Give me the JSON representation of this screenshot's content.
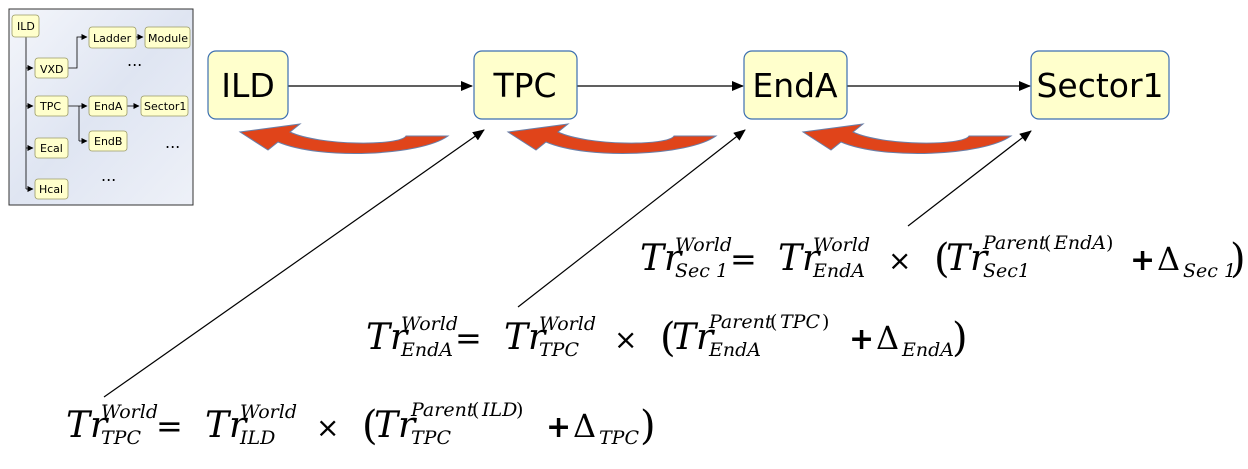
{
  "tree": {
    "root": "ILD",
    "vxd": "VXD",
    "tpc": "TPC",
    "ecal": "Ecal",
    "hcal": "Hcal",
    "ladder": "Ladder",
    "module": "Module",
    "enda": "EndA",
    "endb": "EndB",
    "sector1": "Sector1",
    "dots": "..."
  },
  "chain": [
    {
      "label": "ILD"
    },
    {
      "label": "TPC"
    },
    {
      "label": "EndA"
    },
    {
      "label": "Sector1"
    }
  ],
  "equations": [
    {
      "lhs_base": "Tr",
      "lhs_sup": "World",
      "lhs_sub": "Sec 1",
      "equals": "=",
      "r1_base": "Tr",
      "r1_sup": "World",
      "r1_sub": "EndA",
      "times": "×",
      "paren_open": "(",
      "r2_base": "Tr",
      "r2_sup_word": "Parent",
      "r2_sup_lp": "(",
      "r2_sup_arg": "EndA",
      "r2_sup_rp": ")",
      "r2_sub": "Sec1",
      "plus": "+",
      "delta": "Δ",
      "delta_sub": "Sec 1",
      "paren_close": ")"
    },
    {
      "lhs_base": "Tr",
      "lhs_sup": "World",
      "lhs_sub": "EndA",
      "equals": "=",
      "r1_base": "Tr",
      "r1_sup": "World",
      "r1_sub": "TPC",
      "times": "×",
      "paren_open": "(",
      "r2_base": "Tr",
      "r2_sup_word": "Parent",
      "r2_sup_lp": "(",
      "r2_sup_arg": "TPC",
      "r2_sup_rp": ")",
      "r2_sub": "EndA",
      "plus": "+",
      "delta": "Δ",
      "delta_sub": "EndA",
      "paren_close": ")"
    },
    {
      "lhs_base": "Tr",
      "lhs_sup": "World",
      "lhs_sub": "TPC",
      "equals": "=",
      "r1_base": "Tr",
      "r1_sup": "World",
      "r1_sub": "ILD",
      "times": "×",
      "paren_open": "(",
      "r2_base": "Tr",
      "r2_sup_word": "Parent",
      "r2_sup_lp": "(",
      "r2_sup_arg": "ILD",
      "r2_sup_rp": ")",
      "r2_sub": "TPC",
      "plus": "+",
      "delta": "Δ",
      "delta_sub": "TPC",
      "paren_close": ")"
    }
  ],
  "colors": {
    "node_fill": "#ffffcc",
    "node_stroke": "#3c6fb0",
    "tree_bg": "#e6ebf5",
    "curved_arrow_fill": "#e0441a",
    "curved_arrow_stroke": "#6a7fa8",
    "line": "#000000"
  }
}
